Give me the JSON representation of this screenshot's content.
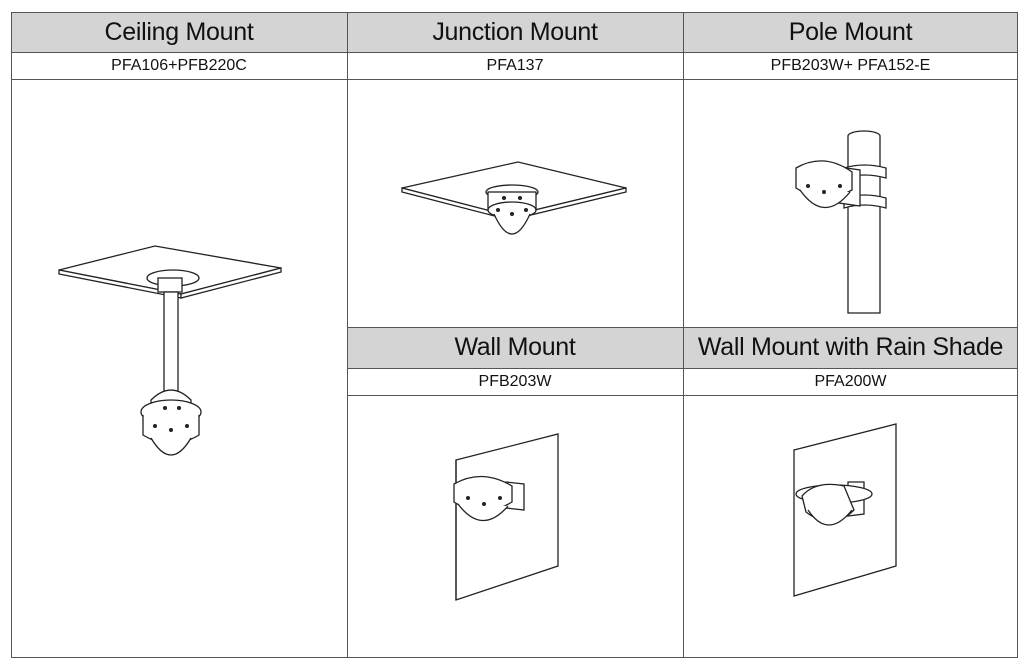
{
  "mounts": [
    {
      "title": "Ceiling Mount",
      "model": "PFA106+PFB220C"
    },
    {
      "title": "Junction Mount",
      "model": "PFA137"
    },
    {
      "title": "Pole Mount",
      "model": "PFB203W+ PFA152-E"
    },
    {
      "title": "Wall Mount",
      "model": "PFB203W"
    },
    {
      "title": "Wall Mount with Rain Shade",
      "model": "PFA200W"
    }
  ]
}
